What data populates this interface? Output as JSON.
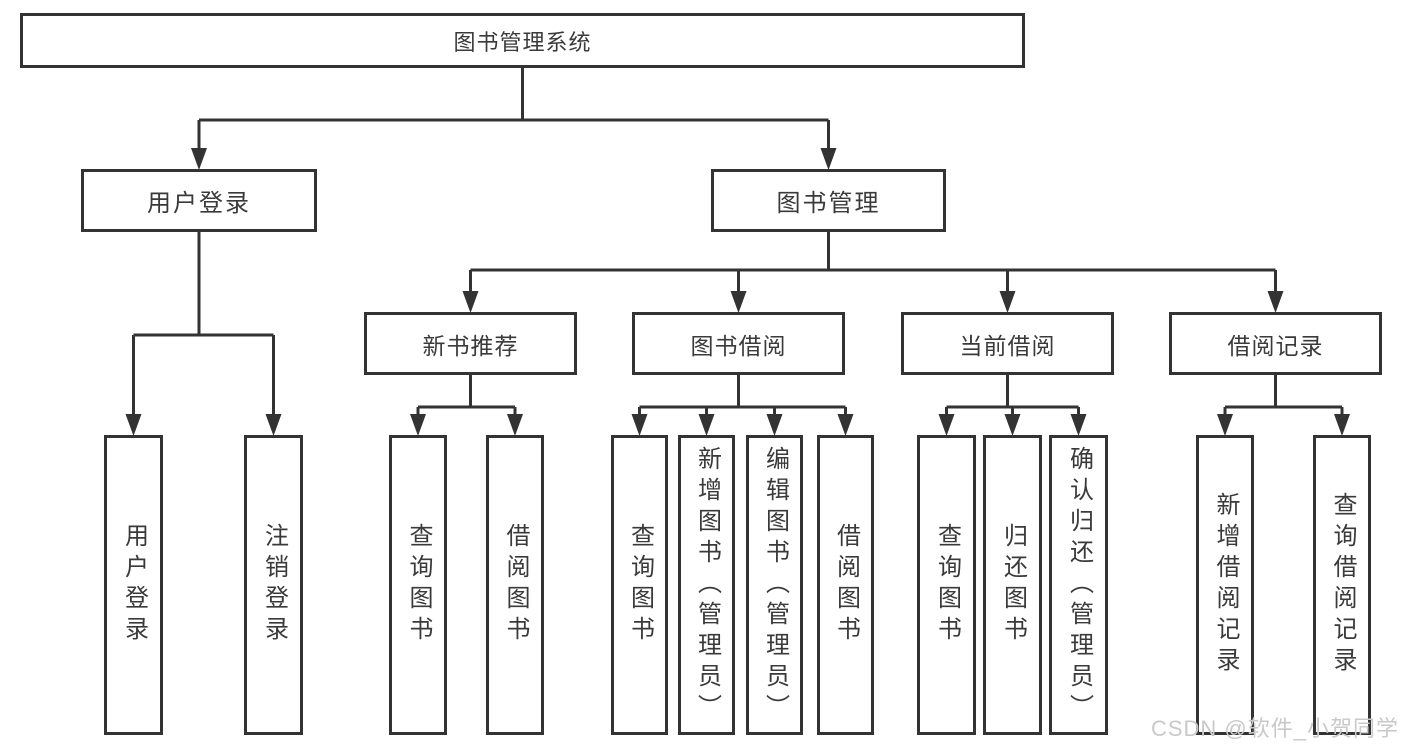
{
  "diagram": {
    "root": "图书管理系统",
    "level2": [
      "用户登录",
      "图书管理"
    ],
    "level3": [
      "新书推荐",
      "图书借阅",
      "当前借阅",
      "借阅记录"
    ],
    "leaves": {
      "login": [
        "用户登录",
        "注销登录"
      ],
      "recommend": [
        "查询图书",
        "借阅图书"
      ],
      "borrow": [
        "查询图书",
        "新增图书（管理员）",
        "编辑图书（管理员）",
        "借阅图书"
      ],
      "current": [
        "查询图书",
        "归还图书",
        "确认归还（管理员）"
      ],
      "records": [
        "新增借阅记录",
        "查询借阅记录"
      ]
    }
  },
  "watermark": "CSDN @软件_小贺同学",
  "colors": {
    "line": "#333333",
    "box_background": "#ffffff",
    "text": "#3a3a3a",
    "watermark": "#c9c9c9"
  }
}
